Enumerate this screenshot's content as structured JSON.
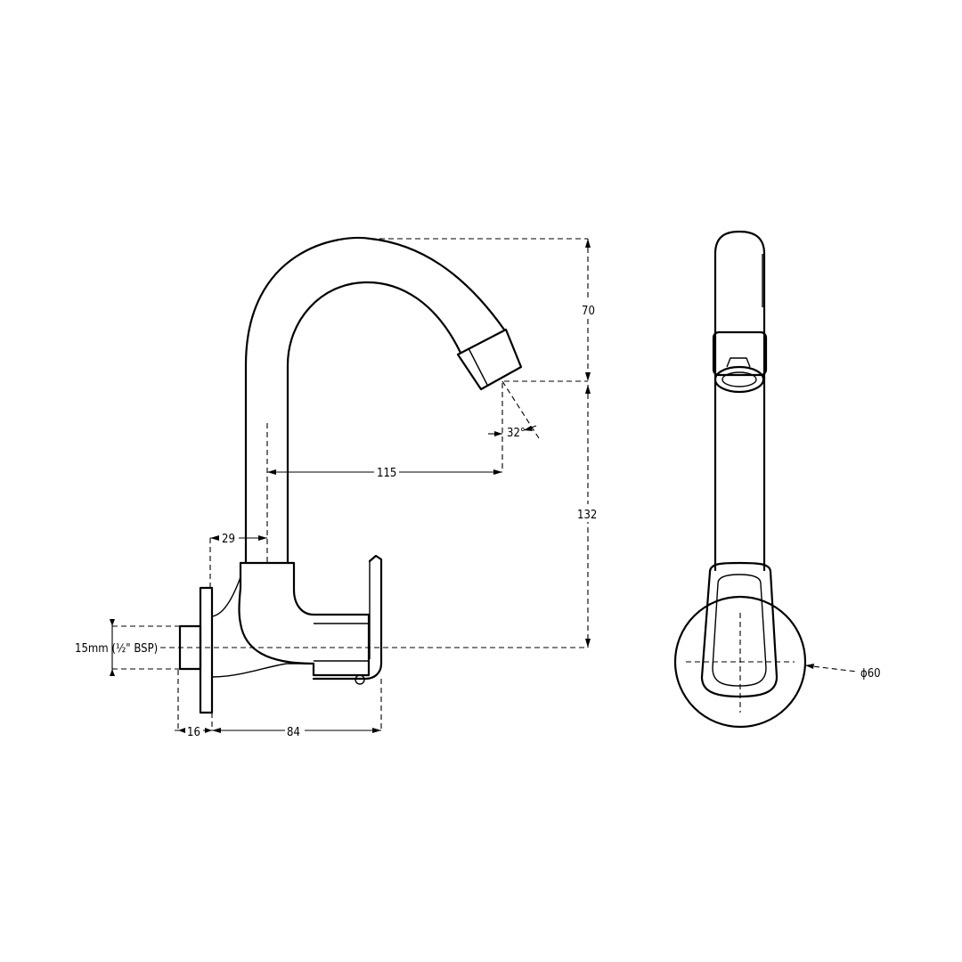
{
  "dimensions": {
    "spout_rise": "70",
    "outlet_height": "132",
    "spout_reach": "115",
    "spout_angle": "32°",
    "pipe_offset": "29",
    "inlet_size": "15mm (½\" BSP)",
    "wall_projection": "16",
    "body_length": "84",
    "flange_diameter": "ϕ60"
  }
}
